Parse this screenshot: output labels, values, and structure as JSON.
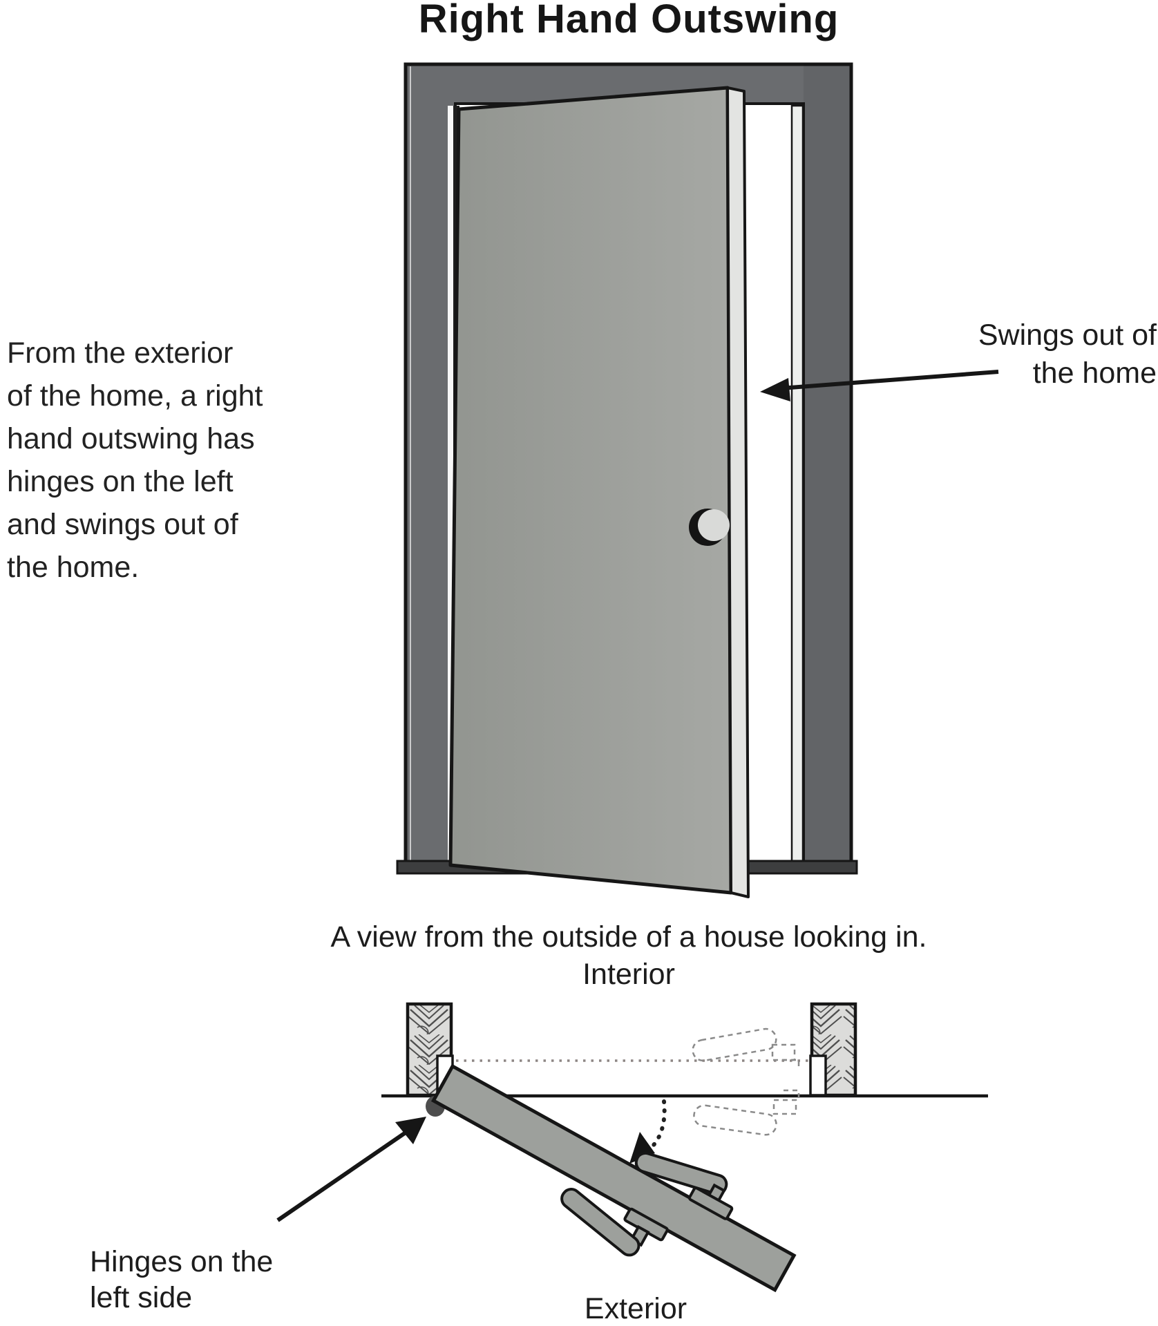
{
  "title": "Right Hand Outswing",
  "paragraph": {
    "lines": [
      "From the exterior",
      "of the home, a right",
      "hand outswing has",
      "hinges on the left",
      "and swings out of",
      "the home."
    ]
  },
  "annotations": {
    "swings": {
      "lines": [
        "Swings out of",
        "the home"
      ]
    },
    "hinges": {
      "lines": [
        "Hinges on the",
        "left side"
      ]
    }
  },
  "caption": "A view from the outside of a house looking in.",
  "plan_view": {
    "interior": "Interior",
    "exterior": "Exterior"
  },
  "colors": {
    "outline": "#161616",
    "frame": "#6a6c6f",
    "frame-dark": "#3d3e3f",
    "door": "#9da09c",
    "door-edge": "#e3e4e2",
    "wood": "#dcdcda",
    "grain": "#4f4f4f",
    "hinge-dot": "#4d4d4d",
    "ghost": "#8a8a8a",
    "dotted-line": "#8d8684"
  }
}
